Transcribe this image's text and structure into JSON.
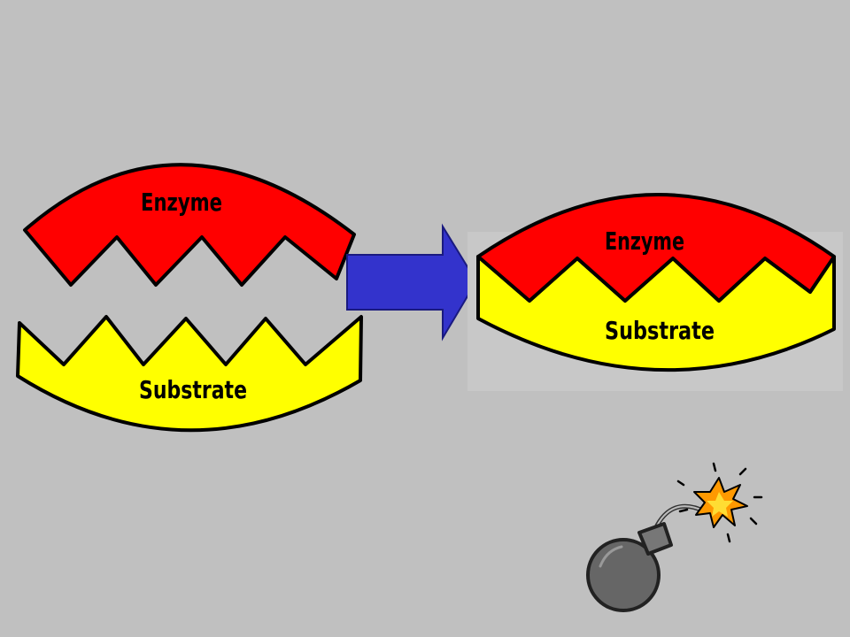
{
  "left_pair": {
    "enzyme_label": "Enzyme",
    "substrate_label": "Substrate"
  },
  "right_complex": {
    "enzyme_label": "Enzyme",
    "substrate_label": "Substrate"
  },
  "colors": {
    "background": "#c0c0c0",
    "enzyme": "#ff0000",
    "substrate": "#ffff00",
    "arrow": "#3333cc",
    "complex_panel": "#c8c8c8",
    "bomb_body": "#666666",
    "spark": "#ff9900"
  },
  "icons": {
    "arrow": "right-arrow-icon",
    "bomb": "bomb-icon"
  }
}
